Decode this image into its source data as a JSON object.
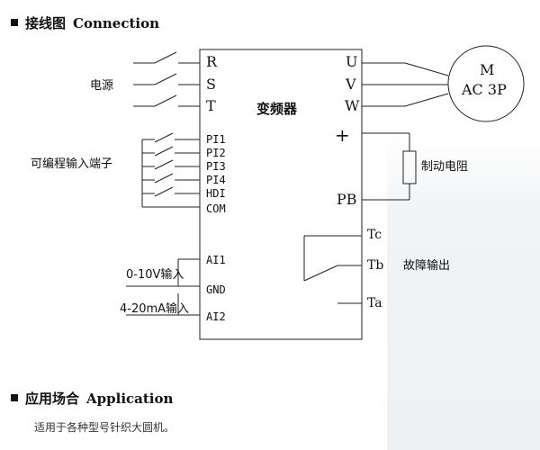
{
  "connection": {
    "marker": "■",
    "title_zh": "接线图",
    "title_en": "Connection",
    "power_label": "电源",
    "inputs_label": "可编程输入端子",
    "inverter_label": "变频器",
    "motor_line1": "M",
    "motor_line2": "AC 3P",
    "brake_resistor_label": "制动电阻",
    "fault_output_label": "故障输出",
    "voltage_input_label": "0-10V输入",
    "current_input_label": "4-20mA输入",
    "terminals": {
      "r": "R",
      "s": "S",
      "t": "T",
      "u": "U",
      "v": "V",
      "w": "W",
      "plus": "+",
      "pb": "PB",
      "pi1": "PI1",
      "pi2": "PI2",
      "pi3": "PI3",
      "pi4": "PI4",
      "hdi": "HDI",
      "com": "COM",
      "ai1": "AI1",
      "gnd": "GND",
      "ai2": "AI2",
      "tc": "Tc",
      "tb": "Tb",
      "ta": "Ta"
    }
  },
  "application": {
    "marker": "■",
    "title_zh": "应用场合",
    "title_en": "Application",
    "description": "适用于各种型号针织大圆机。"
  }
}
